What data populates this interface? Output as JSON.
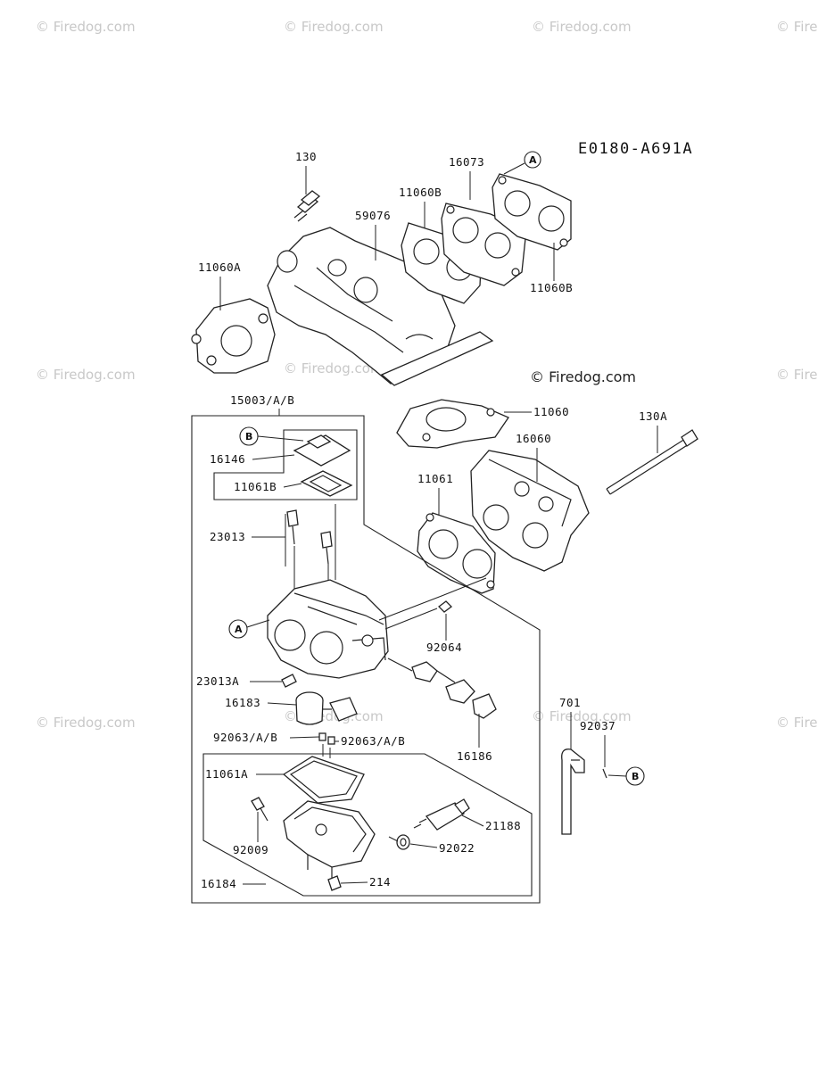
{
  "diagram": {
    "code": "E0180-A691A",
    "copyright": "© Firedog.com",
    "watermark": "© Firedog.com",
    "callouts": {
      "a": "A",
      "b": "B"
    },
    "parts": {
      "p130": "130",
      "p16073": "16073",
      "p11060B_top": "11060B",
      "p59076": "59076",
      "p11060A": "11060A",
      "p11060B_right": "11060B",
      "p15003": "15003/A/B",
      "p11060": "11060",
      "p130A": "130A",
      "p16060": "16060",
      "p16146": "16146",
      "p11061B": "11061B",
      "p11061": "11061",
      "p23013": "23013",
      "p92064": "92064",
      "p23013A": "23013A",
      "p16183": "16183",
      "p701": "701",
      "p92037": "92037",
      "p92063_left": "92063/A/B",
      "p92063_right": "92063/A/B",
      "p16186": "16186",
      "p11061A": "11061A",
      "p21188": "21188",
      "p92009": "92009",
      "p92022": "92022",
      "p16184": "16184",
      "p214": "214"
    }
  }
}
